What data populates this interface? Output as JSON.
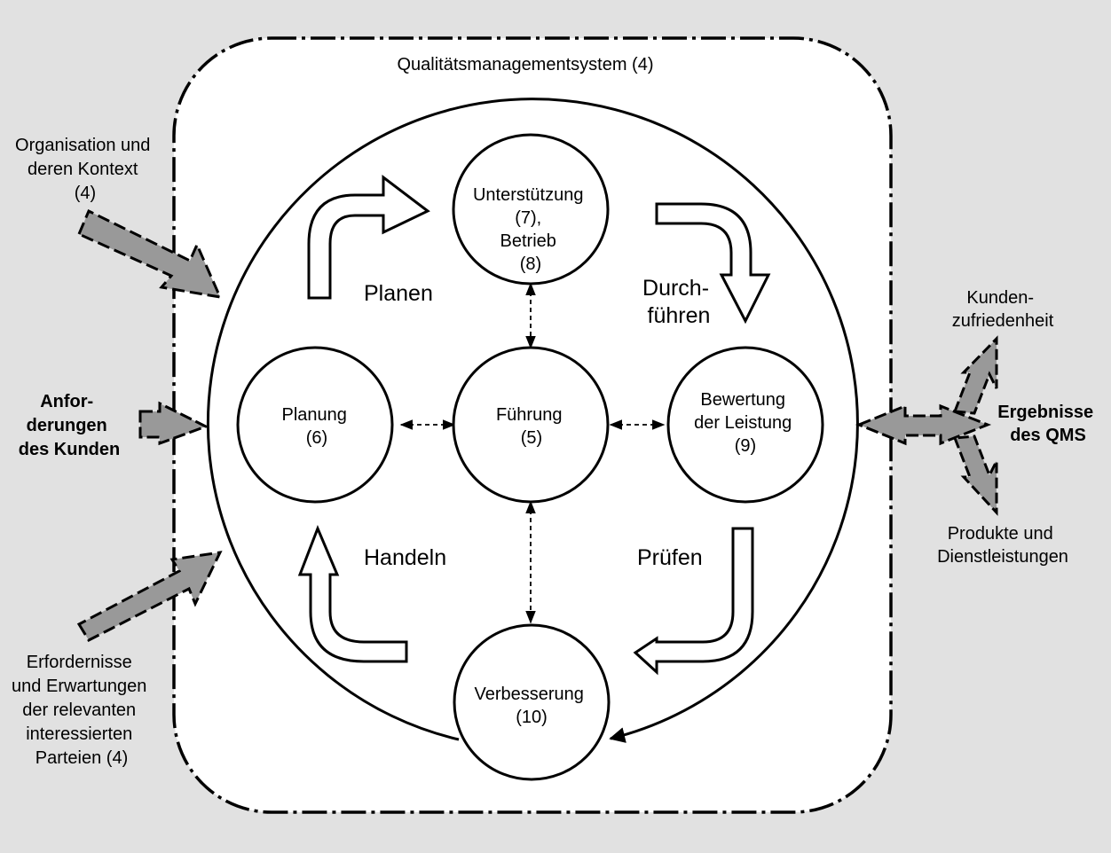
{
  "system": {
    "title": "Qualitätsmanagementsystem (4)"
  },
  "inputs": {
    "context": [
      "Organisation und",
      "deren Kontext",
      "(4)"
    ],
    "requirements": [
      "Anfor-",
      "derungen",
      "des Kunden"
    ],
    "interested_parties": [
      "Erfordernisse",
      "und Erwartungen",
      "der relevanten",
      "interessierten",
      "Parteien (4)"
    ]
  },
  "outputs": {
    "satisfaction": [
      "Kunden-",
      "zufriedenheit"
    ],
    "results": [
      "Ergebnisse",
      "des QMS"
    ],
    "products": [
      "Produkte und",
      "Dienstleistungen"
    ]
  },
  "nodes": {
    "support": [
      "Unterstützung",
      "(7),",
      "Betrieb",
      "(8)"
    ],
    "planning": [
      "Planung",
      "(6)"
    ],
    "leadership": [
      "Führung",
      "(5)"
    ],
    "evaluation": [
      "Bewertung",
      "der Leistung",
      "(9)"
    ],
    "improvement": [
      "Verbesserung",
      "(10)"
    ]
  },
  "pdca": {
    "plan": "Planen",
    "do": [
      "Durch-",
      "führen"
    ],
    "check": "Prüfen",
    "act": "Handeln"
  },
  "colors": {
    "background": "#e1e1e1",
    "panel": "#ffffff",
    "arrow_fill": "#999999",
    "stroke": "#000000"
  }
}
